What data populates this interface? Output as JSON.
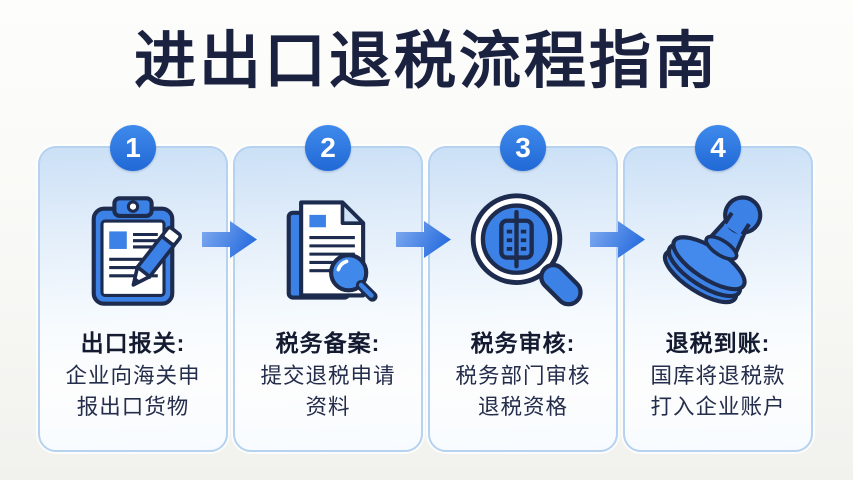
{
  "page": {
    "title": "进出口退税流程指南"
  },
  "colors": {
    "title_text": "#1b2240",
    "badge_blue": "#2d74dc",
    "icon_blue": "#3c82e6",
    "icon_outline": "#1c2b4e",
    "card_top": "#cbe0f6",
    "card_border": "#b5d2f0",
    "arrow_light": "#84adf0",
    "arrow_dark": "#2b6fdf"
  },
  "steps": [
    {
      "number": "1",
      "icon": "clipboard-pencil-icon",
      "title": "出口报关:",
      "desc": "企业向海关申\n报出口货物"
    },
    {
      "number": "2",
      "icon": "document-magnifier-icon",
      "title": "税务备案:",
      "desc": "提交退税申请\n资料"
    },
    {
      "number": "3",
      "icon": "magnifier-shen-icon",
      "title": "税务审核:",
      "desc": "税务部门审核\n退税资格"
    },
    {
      "number": "4",
      "icon": "stamp-icon",
      "title": "退税到账:",
      "desc": "国库将退税款\n打入企业账户"
    }
  ]
}
